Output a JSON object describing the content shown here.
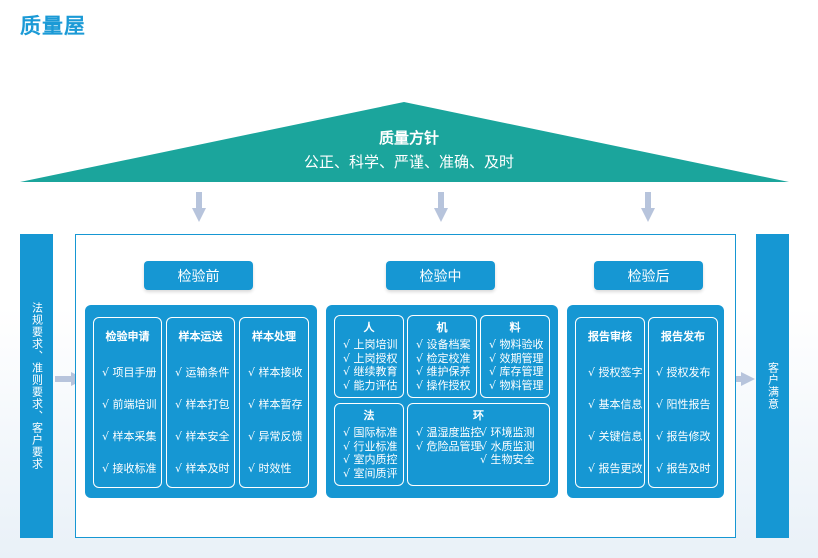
{
  "title": "质量屋",
  "roof": {
    "title": "质量方针",
    "subtitle": "公正、科学、严谨、准确、及时",
    "color": "#1ba59c"
  },
  "left_pillar": "法规要求、准则要求、客户要求",
  "right_pillar": "客户满意",
  "phases": [
    {
      "label": "检验前",
      "cards": [
        {
          "title": "检验申请",
          "items": [
            "√ 项目手册",
            "√ 前端培训",
            "√ 样本采集",
            "√ 接收标准"
          ]
        },
        {
          "title": "样本运送",
          "items": [
            "√ 运输条件",
            "√ 样本打包",
            "√ 样本安全",
            "√ 样本及时"
          ]
        },
        {
          "title": "样本处理",
          "items": [
            "√ 样本接收",
            "√ 样本暂存",
            "√ 异常反馈",
            "√ 时效性"
          ]
        }
      ]
    },
    {
      "label": "检验中",
      "cells": {
        "people": {
          "title": "人",
          "items": [
            "√ 上岗培训",
            "√ 上岗授权",
            "√ 继续教育",
            "√ 能力评估"
          ]
        },
        "machine": {
          "title": "机",
          "items": [
            "√ 设备档案",
            "√ 检定校准",
            "√ 维护保养",
            "√ 操作授权"
          ]
        },
        "material": {
          "title": "料",
          "items": [
            "√ 物料验收",
            "√ 效期管理",
            "√ 库存管理",
            "√ 物料管理"
          ]
        },
        "method": {
          "title": "法",
          "items": [
            "√ 国际标准",
            "√ 行业标准",
            "√ 室内质控",
            "√ 室间质评"
          ]
        },
        "environment": {
          "title": "环",
          "col1": [
            "√ 温湿度监控",
            "√ 危险品管理"
          ],
          "col2": [
            "√ 环境监测",
            "√ 水质监测",
            "√ 生物安全"
          ]
        }
      }
    },
    {
      "label": "检验后",
      "cards": [
        {
          "title": "报告审核",
          "items": [
            "√ 授权签字",
            "√ 基本信息",
            "√ 关键信息",
            "√ 报告更改"
          ]
        },
        {
          "title": "报告发布",
          "items": [
            "√ 授权发布",
            "√ 阳性报告",
            "√ 报告修改",
            "√ 报告及时"
          ]
        }
      ]
    }
  ],
  "colors": {
    "primary": "#1697d3",
    "roof": "#1ba59c",
    "arrow": "#b7c4dc"
  }
}
